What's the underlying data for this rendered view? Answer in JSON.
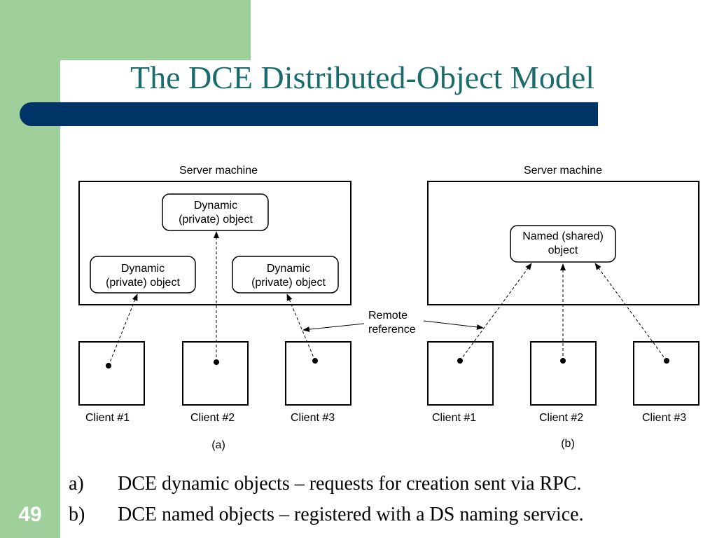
{
  "slide": {
    "title": "The DCE Distributed-Object Model",
    "page_number": "49"
  },
  "diagram": {
    "remote_reference": [
      "Remote",
      "reference"
    ],
    "panel_a": {
      "label": "(a)",
      "server_label": "Server machine",
      "objects": [
        {
          "lines": [
            "Dynamic",
            "(private) object"
          ]
        },
        {
          "lines": [
            "Dynamic",
            "(private) object"
          ]
        },
        {
          "lines": [
            "Dynamic",
            "(private) object"
          ]
        }
      ],
      "clients": [
        "Client #1",
        "Client #2",
        "Client #3"
      ]
    },
    "panel_b": {
      "label": "(b)",
      "server_label": "Server machine",
      "object": {
        "lines": [
          "Named (shared)",
          "object"
        ]
      },
      "clients": [
        "Client #1",
        "Client #2",
        "Client #3"
      ]
    }
  },
  "bullets": [
    {
      "marker": "a)",
      "text": "DCE dynamic objects – requests for creation sent via RPC."
    },
    {
      "marker": "b)",
      "text": "DCE named objects – registered with a DS naming service."
    }
  ]
}
